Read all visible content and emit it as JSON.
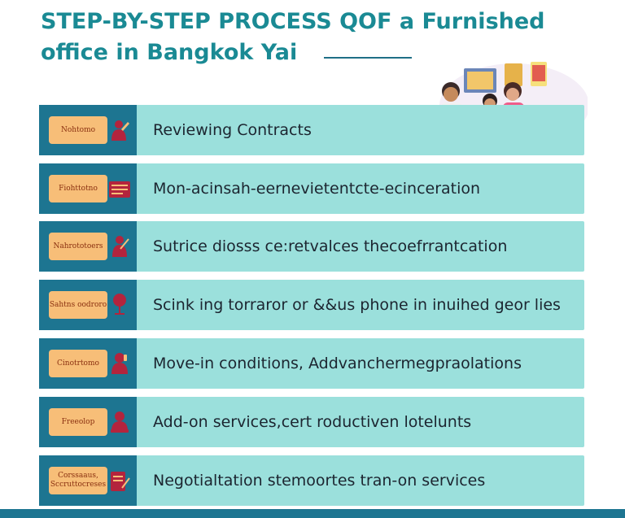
{
  "title": {
    "line1": "STEP-BY-STEP PROCESS QOF a Furnished",
    "line2": "office in Bangkok Yai"
  },
  "steps": [
    {
      "tag": "Nohtomo",
      "label": "Reviewing Contracts",
      "icon": "user-pencil-icon"
    },
    {
      "tag": "Fiohttotno",
      "label": "Mon-acinsah-eernevietentcte-ecinceration",
      "icon": "document-lines-icon"
    },
    {
      "tag": "Nahrototoers",
      "label": "Sutrice diosss ce:retvalces thecoefrrantcation",
      "icon": "person-pen-icon"
    },
    {
      "tag": "Sahtns oodroro",
      "label": "Scink ing torraror or &&us phone in inuihed geor lies",
      "icon": "wine-glass-icon"
    },
    {
      "tag": "Cinotrtomo",
      "label": "Move-in conditions, Addvanchermegpraolations",
      "icon": "person-phone-icon"
    },
    {
      "tag": "Freeolop",
      "label": "Add-on services,cert roductiven lotelunts",
      "icon": "person-laptop-icon"
    },
    {
      "tag": "Corssaaus, Sccruttocreses",
      "label": "Negotialtation stemoortes tran-on services",
      "icon": "document-pen-icon"
    }
  ],
  "colors": {
    "title": "#1a8a94",
    "row_bg": "#9be0dc",
    "row_left": "#1d7591",
    "tag_bg": "#f7be78",
    "icon": "#b3243d"
  }
}
